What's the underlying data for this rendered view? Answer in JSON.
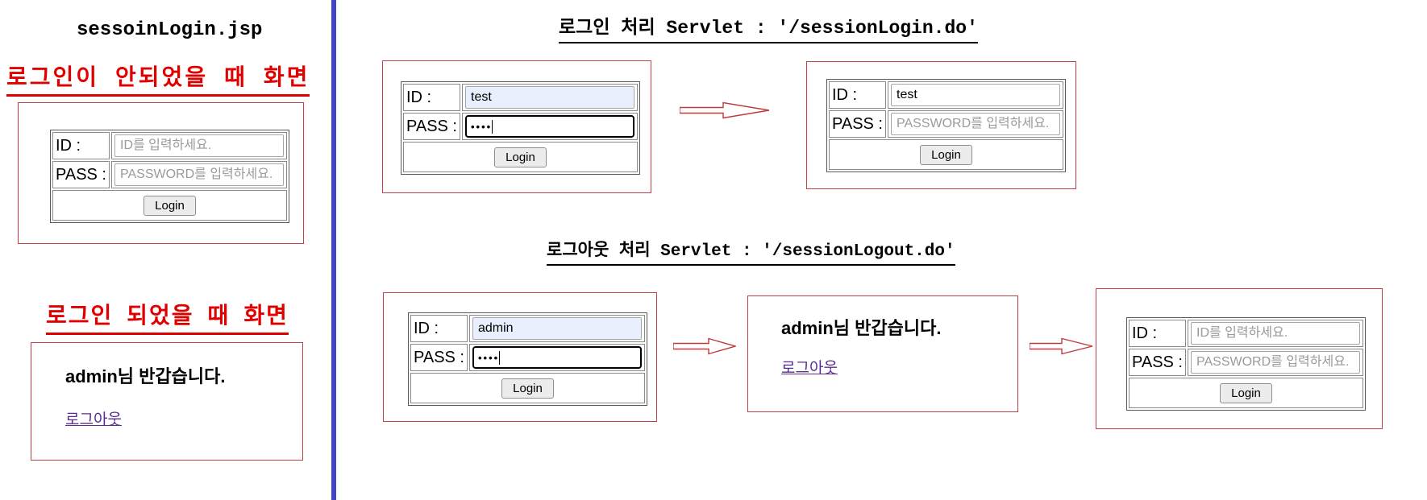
{
  "left_panel": {
    "title": "sessoinLogin.jsp",
    "logged_out_heading": "로그인이 안되었을 때 화면",
    "logged_in_heading": "로그인 되었을 때 화면",
    "form": {
      "id_label": "ID :",
      "pass_label": "PASS :",
      "id_placeholder": "ID를 입력하세요.",
      "pass_placeholder": "PASSWORD를 입력하세요.",
      "login_label": "Login"
    },
    "logged_in_box": {
      "welcome_text": "admin님 반갑습니다.",
      "logout_link": "로그아웃"
    }
  },
  "login_flow": {
    "heading": "로그인 처리 Servlet : '/sessionLogin.do'",
    "before_form": {
      "id_label": "ID :",
      "pass_label": "PASS :",
      "id_value": "test",
      "pass_value": "••••",
      "login_label": "Login"
    },
    "after_form": {
      "id_label": "ID :",
      "pass_label": "PASS :",
      "id_value": "test",
      "pass_placeholder": "PASSWORD를 입력하세요.",
      "login_label": "Login"
    }
  },
  "logout_flow": {
    "heading": "로그아웃 처리 Servlet : '/sessionLogout.do'",
    "login_form": {
      "id_label": "ID :",
      "pass_label": "PASS :",
      "id_value": "admin",
      "pass_value": "••••",
      "login_label": "Login"
    },
    "welcome_box": {
      "welcome_text": "admin님 반갑습니다.",
      "logout_link": "로그아웃"
    },
    "reset_form": {
      "id_label": "ID :",
      "pass_label": "PASS :",
      "id_placeholder": "ID를 입력하세요.",
      "pass_placeholder": "PASSWORD를 입력하세요.",
      "login_label": "Login"
    }
  },
  "colors": {
    "heading_red": "#e00000",
    "box_border_red": "#bf4045",
    "divider_blue": "#4143c8",
    "link_purple": "#5c2d91",
    "autofill_blue": "#e8f0fe"
  }
}
